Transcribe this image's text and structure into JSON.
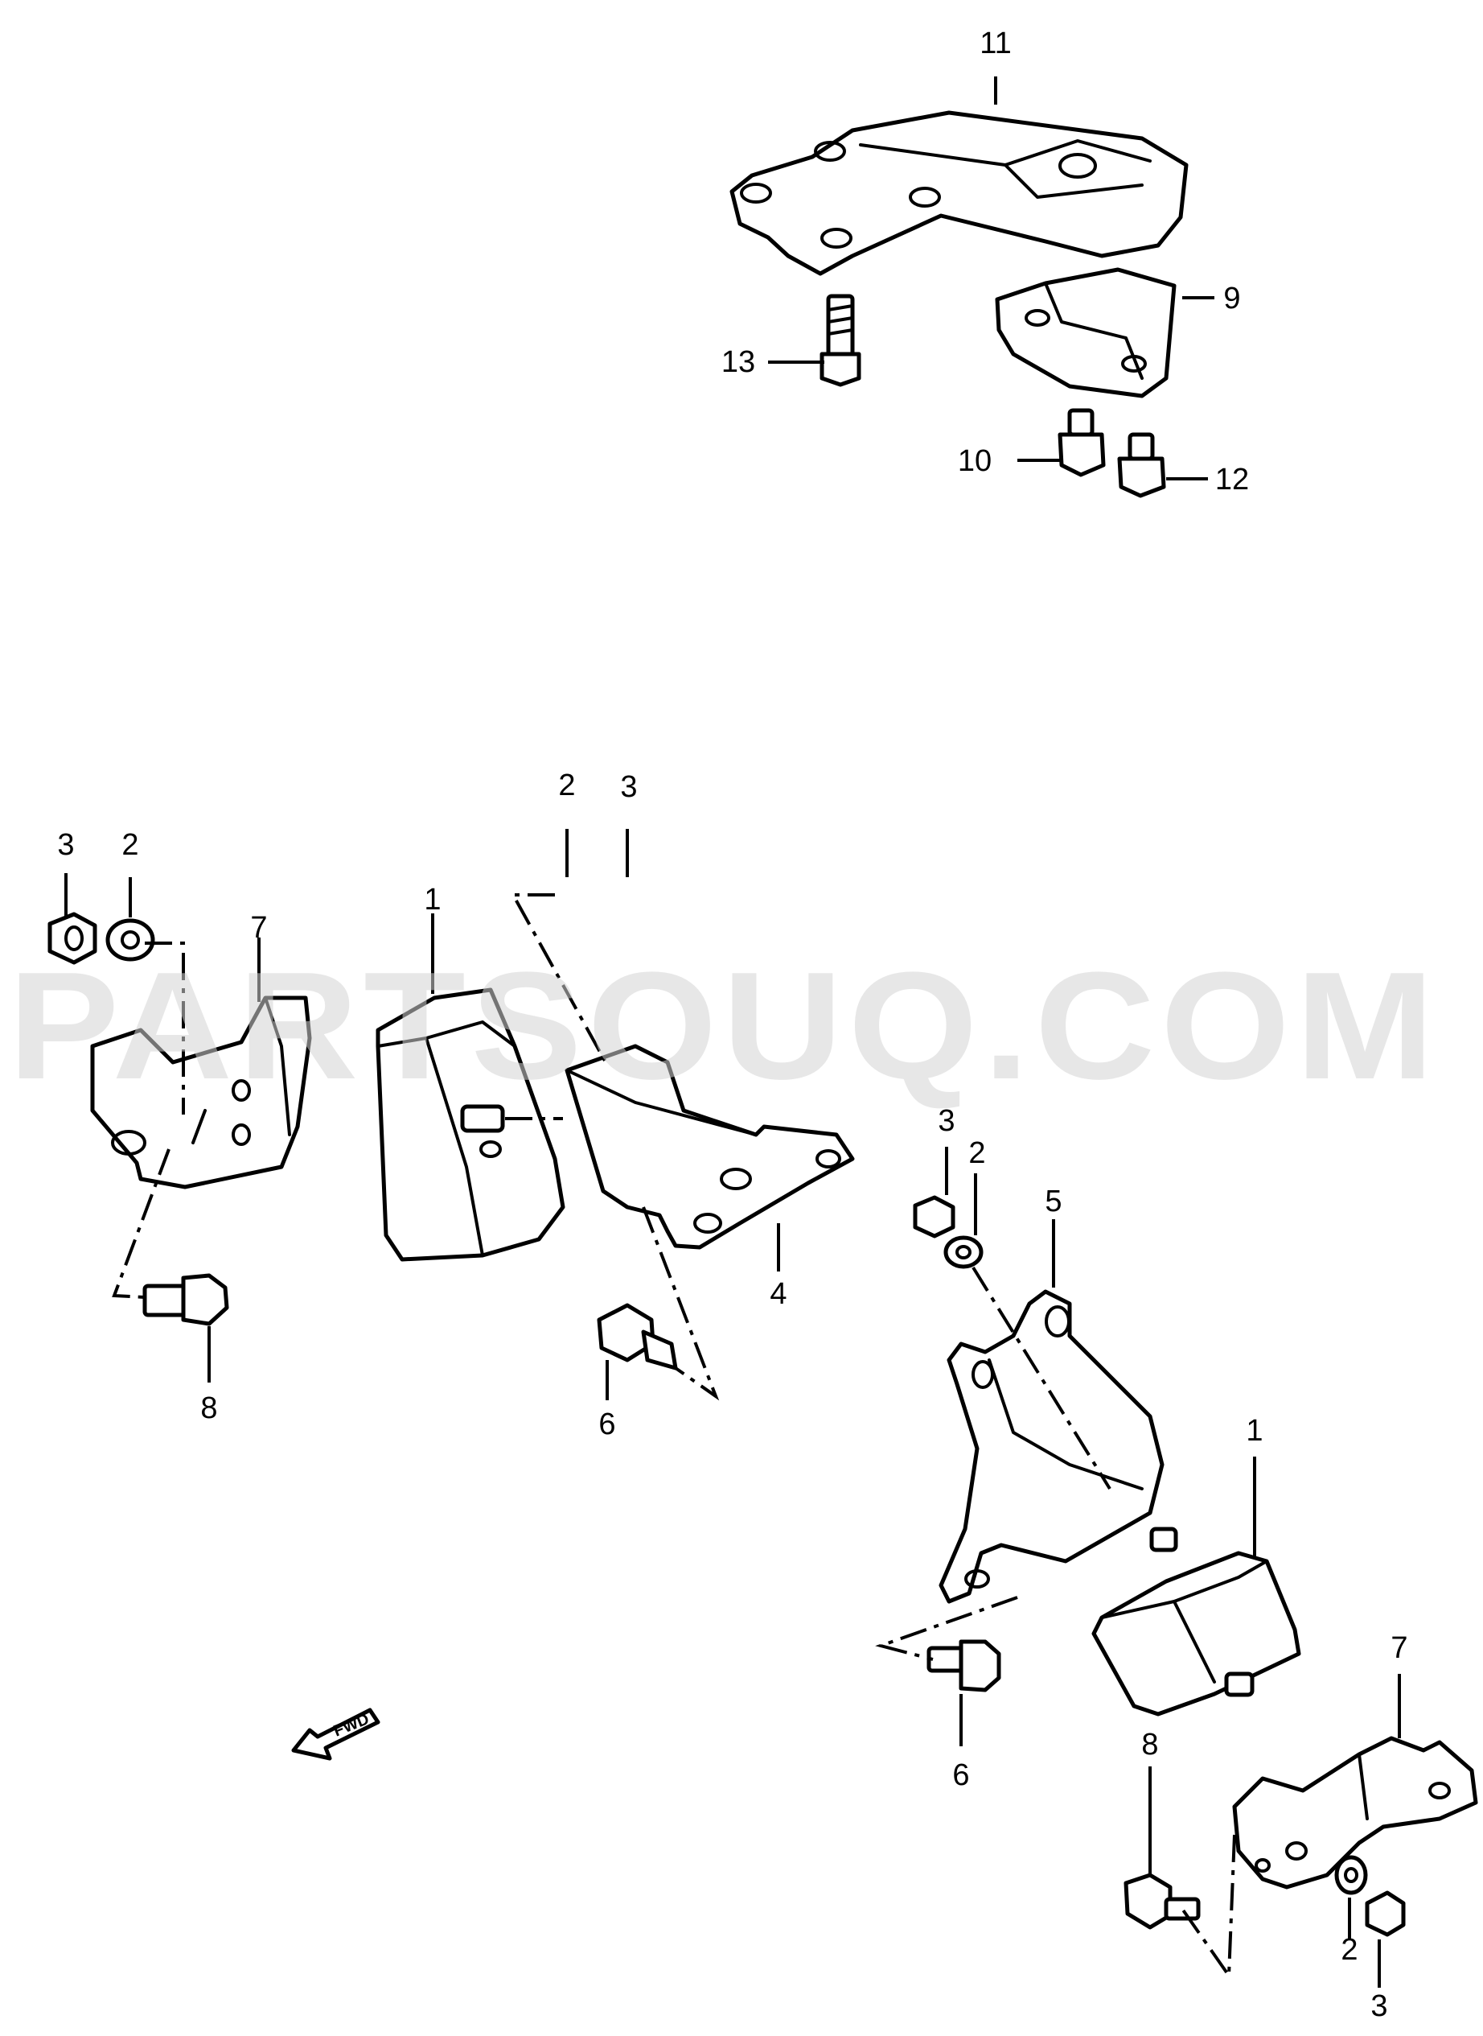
{
  "watermark": "PARTSOUQ.COM",
  "fwd_label": "FWD",
  "callouts": {
    "c11": "11",
    "c13": "13",
    "c9": "9",
    "c10": "10",
    "c12": "12",
    "c3_left": "3",
    "c2_left": "2",
    "c7_left": "7",
    "c1_left": "1",
    "c2_mid": "2",
    "c3_mid": "3",
    "c4": "4",
    "c6_left": "6",
    "c8_left": "8",
    "c3_right": "3",
    "c2_right": "2",
    "c5": "5",
    "c1_right": "1",
    "c6_right": "6",
    "c7_right": "7",
    "c8_right": "8",
    "c2_bottom": "2",
    "c3_bottom": "3"
  },
  "colors": {
    "line": "#000000",
    "background": "#ffffff",
    "watermark": "#d4d4d4"
  }
}
